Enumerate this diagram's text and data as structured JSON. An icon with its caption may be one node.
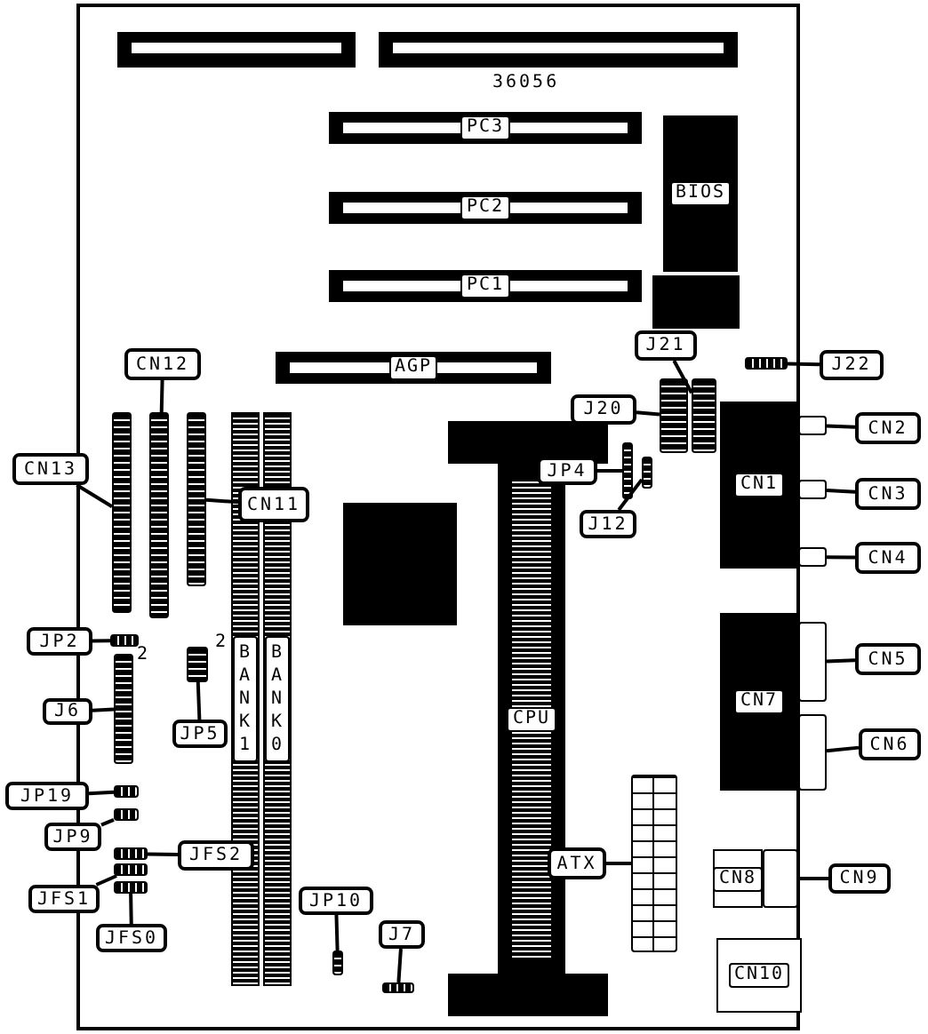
{
  "diagram": {
    "nodes": [
      {
        "text": [],
        "shape": "bar"
      },
      {
        "text": [],
        "shape": "bar"
      },
      {
        "text": [
          "PC3"
        ]
      },
      {
        "text": [
          "BIOS"
        ]
      },
      {
        "text": [
          "PC2"
        ]
      },
      {
        "text": [
          "PC1"
        ]
      },
      {
        "text": [
          "J21"
        ]
      },
      {
        "text": [
          "J22"
        ]
      },
      {
        "text": [],
        "shape": "box"
      },
      {
        "text": [
          "AGP"
        ]
      },
      {
        "text": [
          "CN12"
        ]
      },
      {
        "text": [
          "J20"
        ]
      },
      {
        "text": [],
        "shape": "box"
      },
      {
        "text": [],
        "shape": "box"
      },
      {
        "text": [
          "CN2"
        ]
      },
      {
        "text": [],
        "shape": "box"
      },
      {
        "text": [
          "CN13"
        ]
      },
      {
        "text": [],
        "shape": "box"
      },
      {
        "text": [],
        "shape": "box"
      },
      {
        "text": [],
        "shape": "box"
      },
      {
        "text": [
          "CN11"
        ]
      },
      {
        "text": [
          "JP4"
        ]
      },
      {
        "text": [],
        "shape": "box"
      },
      {
        "text": [],
        "shape": "box"
      },
      {
        "text": [
          "CN1"
        ]
      },
      {
        "text": [
          "CN3"
        ]
      },
      {
        "text": [],
        "shape": "box"
      },
      {
        "text": [
          "J12"
        ]
      },
      {
        "text": [
          "CN4"
        ]
      },
      {
        "text": [],
        "shape": "box"
      },
      {
        "text": [
          "JP2"
        ]
      },
      {
        "text": [],
        "shape": "box"
      },
      {
        "text": [
          "BANK1"
        ]
      },
      {
        "text": [
          "BANK0"
        ]
      },
      {
        "text": [
          "CN5"
        ]
      },
      {
        "text": [],
        "shape": "box"
      },
      {
        "text": [
          "J6"
        ]
      },
      {
        "text": [],
        "shape": "box"
      },
      {
        "text": [],
        "shape": "box"
      },
      {
        "text": [
          "JP5"
        ]
      },
      {
        "text": [
          "CPU"
        ]
      },
      {
        "text": [
          "CN7"
        ]
      },
      {
        "text": [
          "CN6"
        ]
      },
      {
        "text": [],
        "shape": "box"
      },
      {
        "text": [
          "JP19"
        ]
      },
      {
        "text": [],
        "shape": "box"
      },
      {
        "text": [],
        "shape": "box"
      },
      {
        "text": [
          "JP9"
        ]
      },
      {
        "text": [],
        "shape": "box"
      },
      {
        "text": [
          "JFS2"
        ]
      },
      {
        "text": [],
        "shape": "box"
      },
      {
        "text": [],
        "shape": "box"
      },
      {
        "text": [
          "ATX"
        ]
      },
      {
        "text": [],
        "shape": "box"
      },
      {
        "text": [
          "CN8"
        ]
      },
      {
        "text": [
          "CN9"
        ]
      },
      {
        "text": [],
        "shape": "box"
      },
      {
        "text": [
          "JFS1"
        ]
      },
      {
        "text": [
          "JP10"
        ]
      },
      {
        "text": [
          "J7"
        ]
      },
      {
        "text": [
          "JFS0"
        ]
      },
      {
        "text": [],
        "shape": "box"
      },
      {
        "text": [],
        "shape": "box"
      },
      {
        "text": [
          "CN10"
        ]
      }
    ],
    "edges": [
      {
        "from": 6,
        "to": 13,
        "arrow": "none"
      },
      {
        "from": 7,
        "to": 8,
        "arrow": "none"
      },
      {
        "from": 10,
        "to": 18,
        "arrow": "none"
      },
      {
        "from": 11,
        "to": 12,
        "arrow": "none"
      },
      {
        "from": 14,
        "to": 15,
        "arrow": "none"
      },
      {
        "from": 16,
        "to": 17,
        "arrow": "none"
      },
      {
        "from": 20,
        "to": 19,
        "arrow": "none"
      },
      {
        "from": 21,
        "to": 22,
        "arrow": "none"
      },
      {
        "from": 25,
        "to": 26,
        "arrow": "none"
      },
      {
        "from": 27,
        "to": 23,
        "arrow": "none"
      },
      {
        "from": 28,
        "to": 29,
        "arrow": "none"
      },
      {
        "from": 30,
        "to": 31,
        "arrow": "none"
      },
      {
        "from": 34,
        "to": 35,
        "arrow": "none"
      },
      {
        "from": 36,
        "to": 37,
        "arrow": "none"
      },
      {
        "from": 39,
        "to": 38,
        "arrow": "none"
      },
      {
        "from": 42,
        "to": 43,
        "arrow": "none"
      },
      {
        "from": 44,
        "to": 45,
        "arrow": "none"
      },
      {
        "from": 47,
        "to": 46,
        "arrow": "none"
      },
      {
        "from": 49,
        "to": 48,
        "arrow": "none"
      },
      {
        "from": 52,
        "to": 53,
        "arrow": "none"
      },
      {
        "from": 55,
        "to": 56,
        "arrow": "none"
      },
      {
        "from": 57,
        "to": 50,
        "arrow": "none"
      },
      {
        "from": 58,
        "to": 61,
        "arrow": "none"
      },
      {
        "from": 59,
        "to": 62,
        "arrow": "none"
      },
      {
        "from": 60,
        "to": 51,
        "arrow": "none"
      }
    ],
    "labels": [
      "36056",
      "2",
      "2"
    ]
  }
}
